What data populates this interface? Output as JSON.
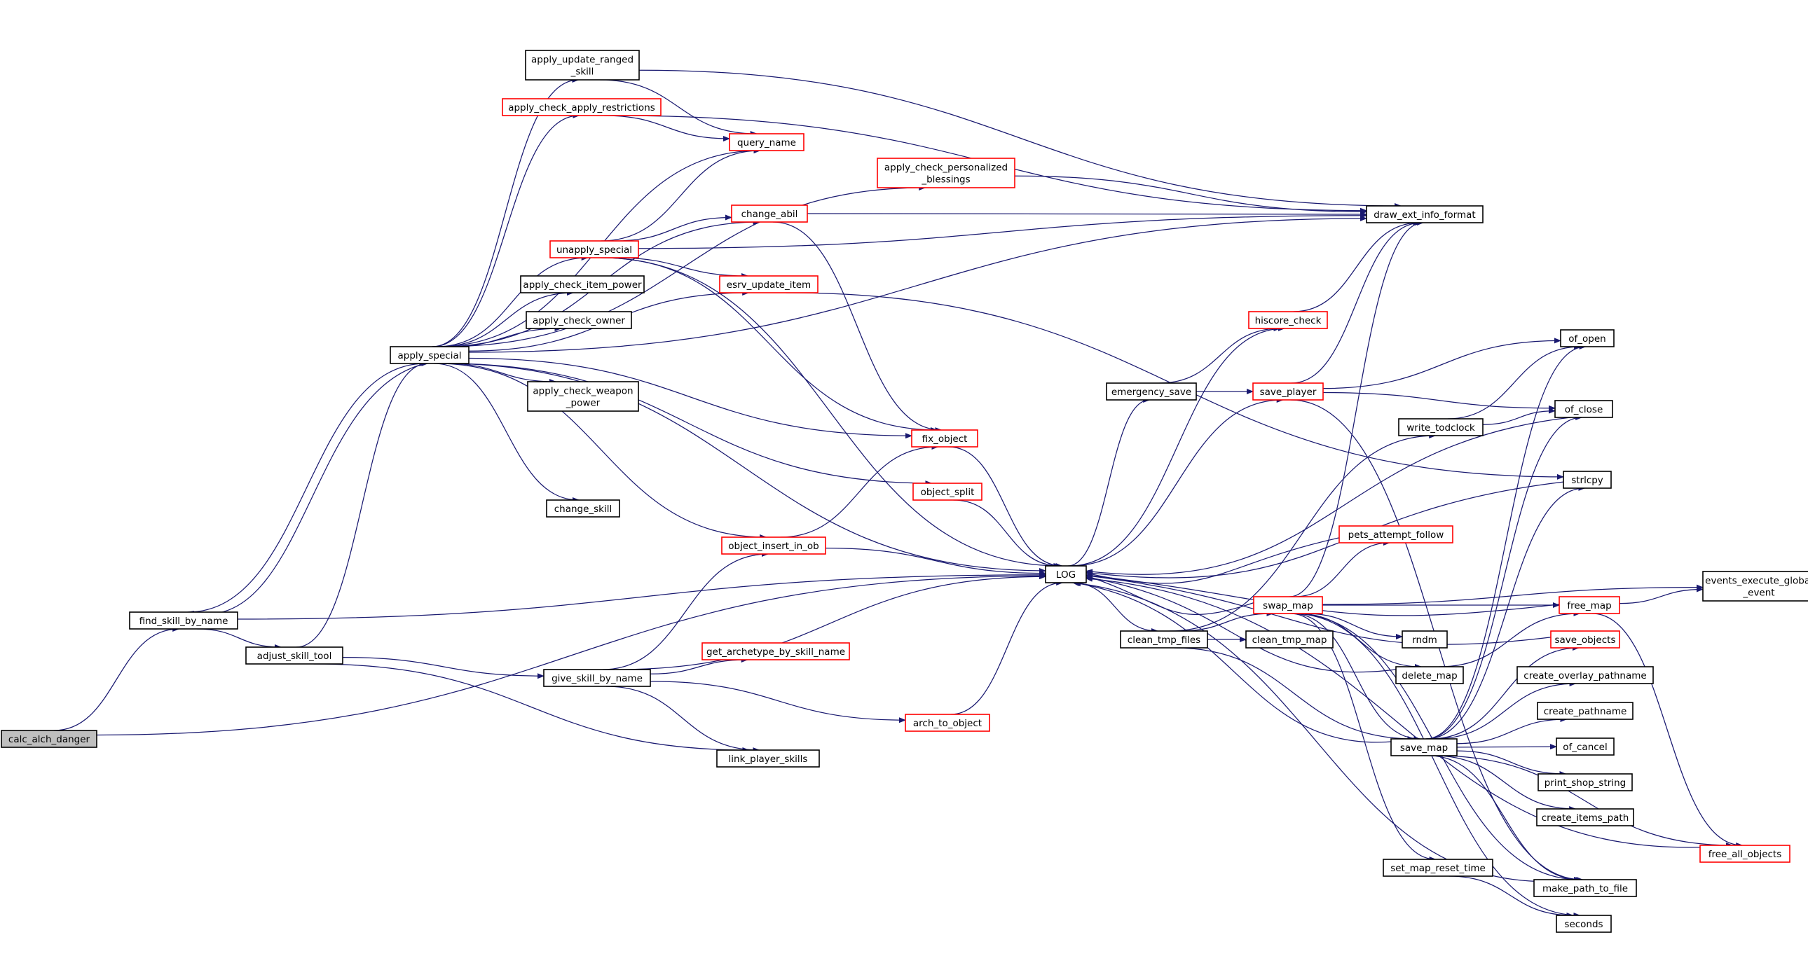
{
  "colors": {
    "edge": "#191970",
    "node_border": "#000000",
    "node_border_undocumented": "#ff0000",
    "root_fill": "#bfbfbf"
  },
  "nodes": [
    {
      "id": "calc_alch_danger",
      "lines": [
        "calc_alch_danger"
      ],
      "style": "root"
    },
    {
      "id": "find_skill_by_name",
      "lines": [
        "find_skill_by_name"
      ],
      "style": "black"
    },
    {
      "id": "adjust_skill_tool",
      "lines": [
        "adjust_skill_tool"
      ],
      "style": "black"
    },
    {
      "id": "apply_special",
      "lines": [
        "apply_special"
      ],
      "style": "black"
    },
    {
      "id": "apply_update_ranged_skill",
      "lines": [
        "apply_update_ranged",
        "_skill"
      ],
      "style": "black"
    },
    {
      "id": "apply_check_apply_restrictions",
      "lines": [
        "apply_check_apply_restrictions"
      ],
      "style": "red"
    },
    {
      "id": "query_name",
      "lines": [
        "query_name"
      ],
      "style": "red"
    },
    {
      "id": "apply_check_personalized_blessings",
      "lines": [
        "apply_check_personalized",
        "_blessings"
      ],
      "style": "red"
    },
    {
      "id": "change_abil",
      "lines": [
        "change_abil"
      ],
      "style": "red"
    },
    {
      "id": "unapply_special",
      "lines": [
        "unapply_special"
      ],
      "style": "red"
    },
    {
      "id": "esrv_update_item",
      "lines": [
        "esrv_update_item"
      ],
      "style": "red"
    },
    {
      "id": "apply_check_item_power",
      "lines": [
        "apply_check_item_power"
      ],
      "style": "black"
    },
    {
      "id": "apply_check_owner",
      "lines": [
        "apply_check_owner"
      ],
      "style": "black"
    },
    {
      "id": "apply_check_weapon_power",
      "lines": [
        "apply_check_weapon",
        "_power"
      ],
      "style": "black"
    },
    {
      "id": "fix_object",
      "lines": [
        "fix_object"
      ],
      "style": "red"
    },
    {
      "id": "object_split",
      "lines": [
        "object_split"
      ],
      "style": "red"
    },
    {
      "id": "change_skill",
      "lines": [
        "change_skill"
      ],
      "style": "black"
    },
    {
      "id": "object_insert_in_ob",
      "lines": [
        "object_insert_in_ob"
      ],
      "style": "red"
    },
    {
      "id": "give_skill_by_name",
      "lines": [
        "give_skill_by_name"
      ],
      "style": "black"
    },
    {
      "id": "get_archetype_by_skill_name",
      "lines": [
        "get_archetype_by_skill_name"
      ],
      "style": "red"
    },
    {
      "id": "arch_to_object",
      "lines": [
        "arch_to_object"
      ],
      "style": "red"
    },
    {
      "id": "link_player_skills",
      "lines": [
        "link_player_skills"
      ],
      "style": "black"
    },
    {
      "id": "LOG",
      "lines": [
        "LOG"
      ],
      "style": "black"
    },
    {
      "id": "draw_ext_info_format",
      "lines": [
        "draw_ext_info_format"
      ],
      "style": "black"
    },
    {
      "id": "hiscore_check",
      "lines": [
        "hiscore_check"
      ],
      "style": "red"
    },
    {
      "id": "emergency_save",
      "lines": [
        "emergency_save"
      ],
      "style": "black"
    },
    {
      "id": "save_player",
      "lines": [
        "save_player"
      ],
      "style": "red"
    },
    {
      "id": "write_todclock",
      "lines": [
        "write_todclock"
      ],
      "style": "black"
    },
    {
      "id": "of_open",
      "lines": [
        "of_open"
      ],
      "style": "black"
    },
    {
      "id": "of_close",
      "lines": [
        "of_close"
      ],
      "style": "black"
    },
    {
      "id": "strlcpy",
      "lines": [
        "strlcpy"
      ],
      "style": "black"
    },
    {
      "id": "pets_attempt_follow",
      "lines": [
        "pets_attempt_follow"
      ],
      "style": "red"
    },
    {
      "id": "swap_map",
      "lines": [
        "swap_map"
      ],
      "style": "red"
    },
    {
      "id": "clean_tmp_files",
      "lines": [
        "clean_tmp_files"
      ],
      "style": "black"
    },
    {
      "id": "clean_tmp_map",
      "lines": [
        "clean_tmp_map"
      ],
      "style": "black"
    },
    {
      "id": "rndm",
      "lines": [
        "rndm"
      ],
      "style": "black"
    },
    {
      "id": "delete_map",
      "lines": [
        "delete_map"
      ],
      "style": "black"
    },
    {
      "id": "save_map",
      "lines": [
        "save_map"
      ],
      "style": "black"
    },
    {
      "id": "set_map_reset_time",
      "lines": [
        "set_map_reset_time"
      ],
      "style": "black"
    },
    {
      "id": "free_map",
      "lines": [
        "free_map"
      ],
      "style": "red"
    },
    {
      "id": "events_execute_global_event",
      "lines": [
        "events_execute_global",
        "_event"
      ],
      "style": "black"
    },
    {
      "id": "save_objects",
      "lines": [
        "save_objects"
      ],
      "style": "red"
    },
    {
      "id": "create_overlay_pathname",
      "lines": [
        "create_overlay_pathname"
      ],
      "style": "black"
    },
    {
      "id": "create_pathname",
      "lines": [
        "create_pathname"
      ],
      "style": "black"
    },
    {
      "id": "of_cancel",
      "lines": [
        "of_cancel"
      ],
      "style": "black"
    },
    {
      "id": "print_shop_string",
      "lines": [
        "print_shop_string"
      ],
      "style": "black"
    },
    {
      "id": "create_items_path",
      "lines": [
        "create_items_path"
      ],
      "style": "black"
    },
    {
      "id": "free_all_objects",
      "lines": [
        "free_all_objects"
      ],
      "style": "red"
    },
    {
      "id": "make_path_to_file",
      "lines": [
        "make_path_to_file"
      ],
      "style": "black"
    },
    {
      "id": "seconds",
      "lines": [
        "seconds"
      ],
      "style": "black"
    }
  ],
  "edges": [
    [
      "calc_alch_danger",
      "find_skill_by_name"
    ],
    [
      "calc_alch_danger",
      "LOG"
    ],
    [
      "find_skill_by_name",
      "adjust_skill_tool"
    ],
    [
      "find_skill_by_name",
      "apply_special"
    ],
    [
      "find_skill_by_name",
      "LOG"
    ],
    [
      "adjust_skill_tool",
      "apply_special"
    ],
    [
      "adjust_skill_tool",
      "give_skill_by_name"
    ],
    [
      "adjust_skill_tool",
      "link_player_skills"
    ],
    [
      "apply_special",
      "apply_update_ranged_skill"
    ],
    [
      "apply_special",
      "apply_check_apply_restrictions"
    ],
    [
      "apply_special",
      "query_name"
    ],
    [
      "apply_special",
      "apply_check_personalized_blessings"
    ],
    [
      "apply_special",
      "change_abil"
    ],
    [
      "apply_special",
      "unapply_special"
    ],
    [
      "apply_special",
      "apply_check_item_power"
    ],
    [
      "apply_special",
      "apply_check_owner"
    ],
    [
      "apply_special",
      "esrv_update_item"
    ],
    [
      "apply_special",
      "apply_check_weapon_power"
    ],
    [
      "apply_special",
      "fix_object"
    ],
    [
      "apply_special",
      "object_split"
    ],
    [
      "apply_special",
      "change_skill"
    ],
    [
      "apply_special",
      "object_insert_in_ob"
    ],
    [
      "apply_special",
      "LOG"
    ],
    [
      "apply_special",
      "find_skill_by_name"
    ],
    [
      "apply_special",
      "draw_ext_info_format"
    ],
    [
      "apply_update_ranged_skill",
      "query_name"
    ],
    [
      "apply_update_ranged_skill",
      "draw_ext_info_format"
    ],
    [
      "apply_check_apply_restrictions",
      "query_name"
    ],
    [
      "apply_check_apply_restrictions",
      "draw_ext_info_format"
    ],
    [
      "apply_check_personalized_blessings",
      "draw_ext_info_format"
    ],
    [
      "change_abil",
      "draw_ext_info_format"
    ],
    [
      "change_abil",
      "fix_object"
    ],
    [
      "unapply_special",
      "query_name"
    ],
    [
      "unapply_special",
      "change_abil"
    ],
    [
      "unapply_special",
      "esrv_update_item"
    ],
    [
      "unapply_special",
      "fix_object"
    ],
    [
      "unapply_special",
      "draw_ext_info_format"
    ],
    [
      "unapply_special",
      "LOG"
    ],
    [
      "esrv_update_item",
      "strlcpy"
    ],
    [
      "fix_object",
      "LOG"
    ],
    [
      "object_split",
      "LOG"
    ],
    [
      "object_insert_in_ob",
      "fix_object"
    ],
    [
      "object_insert_in_ob",
      "LOG"
    ],
    [
      "give_skill_by_name",
      "object_insert_in_ob"
    ],
    [
      "give_skill_by_name",
      "get_archetype_by_skill_name"
    ],
    [
      "give_skill_by_name",
      "arch_to_object"
    ],
    [
      "give_skill_by_name",
      "link_player_skills"
    ],
    [
      "give_skill_by_name",
      "LOG"
    ],
    [
      "arch_to_object",
      "LOG"
    ],
    [
      "LOG",
      "hiscore_check"
    ],
    [
      "LOG",
      "emergency_save"
    ],
    [
      "LOG",
      "save_player"
    ],
    [
      "LOG",
      "clean_tmp_files"
    ],
    [
      "hiscore_check",
      "draw_ext_info_format"
    ],
    [
      "emergency_save",
      "hiscore_check"
    ],
    [
      "emergency_save",
      "save_player"
    ],
    [
      "save_player",
      "draw_ext_info_format"
    ],
    [
      "save_player",
      "of_open"
    ],
    [
      "save_player",
      "of_close"
    ],
    [
      "save_player",
      "make_path_to_file"
    ],
    [
      "write_todclock",
      "of_open"
    ],
    [
      "write_todclock",
      "of_close"
    ],
    [
      "clean_tmp_files",
      "write_todclock"
    ],
    [
      "clean_tmp_files",
      "swap_map"
    ],
    [
      "clean_tmp_files",
      "clean_tmp_map"
    ],
    [
      "clean_tmp_files",
      "save_map"
    ],
    [
      "swap_map",
      "pets_attempt_follow"
    ],
    [
      "swap_map",
      "draw_ext_info_format"
    ],
    [
      "swap_map",
      "free_map"
    ],
    [
      "swap_map",
      "events_execute_global_event"
    ],
    [
      "swap_map",
      "rndm"
    ],
    [
      "swap_map",
      "delete_map"
    ],
    [
      "swap_map",
      "save_map"
    ],
    [
      "swap_map",
      "set_map_reset_time"
    ],
    [
      "swap_map",
      "make_path_to_file"
    ],
    [
      "swap_map",
      "seconds"
    ],
    [
      "swap_map",
      "LOG"
    ],
    [
      "pets_attempt_follow",
      "LOG"
    ],
    [
      "delete_map",
      "free_map"
    ],
    [
      "delete_map",
      "LOG"
    ],
    [
      "free_map",
      "events_execute_global_event"
    ],
    [
      "free_map",
      "free_all_objects"
    ],
    [
      "free_map",
      "LOG"
    ],
    [
      "save_map",
      "of_open"
    ],
    [
      "save_map",
      "of_close"
    ],
    [
      "save_map",
      "strlcpy"
    ],
    [
      "save_map",
      "save_objects"
    ],
    [
      "save_map",
      "create_overlay_pathname"
    ],
    [
      "save_map",
      "create_pathname"
    ],
    [
      "save_map",
      "of_cancel"
    ],
    [
      "save_map",
      "print_shop_string"
    ],
    [
      "save_map",
      "create_items_path"
    ],
    [
      "save_map",
      "free_all_objects"
    ],
    [
      "save_map",
      "make_path_to_file"
    ],
    [
      "save_map",
      "LOG"
    ],
    [
      "save_objects",
      "LOG"
    ],
    [
      "free_all_objects",
      "LOG"
    ],
    [
      "set_map_reset_time",
      "seconds"
    ],
    [
      "make_path_to_file",
      "LOG"
    ],
    [
      "of_close",
      "LOG"
    ],
    [
      "strlcpy",
      "LOG"
    ]
  ]
}
